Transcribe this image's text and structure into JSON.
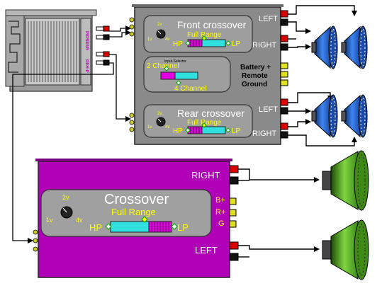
{
  "head_unit": {
    "brand_text": "PIONEER",
    "model_text": "DEH-P"
  },
  "front_amp": {
    "crossover_title": "Front crossover",
    "mode": "Full Range",
    "knob_labels": {
      "low": "1v",
      "mid": "2v",
      "high": "4v"
    },
    "hp": "HP",
    "lp": "LP",
    "outputs": {
      "left": "LEFT",
      "right": "RIGHT"
    }
  },
  "input_selector": {
    "title": "Input Selector",
    "option_2ch": "2 Channel",
    "option_4ch": "4 Channel"
  },
  "power_label": {
    "line1": "Battery +",
    "line2": "Remote",
    "line3": "Ground"
  },
  "rear_amp": {
    "crossover_title": "Rear crossover",
    "mode": "Full Range",
    "knob_labels": {
      "low": "1v",
      "mid": "2v",
      "high": "4v"
    },
    "hp": "HP",
    "lp": "LP",
    "outputs": {
      "left": "LEFT",
      "right": "RIGHT"
    }
  },
  "sub_amp": {
    "crossover_title": "Crossover",
    "mode": "Full Range",
    "knob_labels": {
      "low": "1v",
      "mid": "2v",
      "high": "4v"
    },
    "hp": "HP",
    "lp": "LP",
    "outputs": {
      "right": "RIGHT",
      "left": "LEFT"
    },
    "power_terminals": {
      "bplus": "B+",
      "rplus": "R+",
      "gnd": "G"
    }
  },
  "colors": {
    "amp_gray": "#8a8a8a",
    "amp_purple": "#b000b8",
    "label_yellow": "#ffff00",
    "slider_cyan": "#33e0e0",
    "slider_magenta": "#e000e0",
    "speaker_blue": "#2a6fd6",
    "sub_green": "#5ab12a"
  }
}
